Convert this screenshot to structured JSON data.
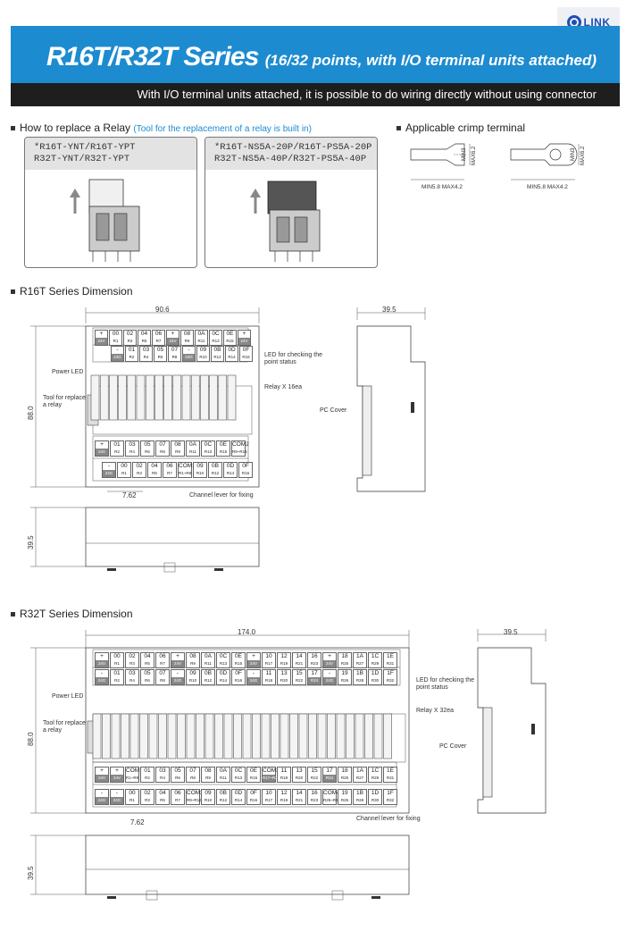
{
  "brand": {
    "logo_text": "LINK"
  },
  "header": {
    "title": "R16T/R32T Series",
    "title_sub": "(16/32 points, with I/O terminal units attached)",
    "subtitle": "With I/O terminal units attached, it is possible to do wiring directly without using connector"
  },
  "relay_section": {
    "title": "How to replace a Relay",
    "note": "(Tool for the replacement of a relay is built in)",
    "boxes": [
      {
        "line1": "*R16T-YNT/R16T-YPT",
        "line2": "R32T-YNT/R32T-YPT"
      },
      {
        "line1": "*R16T-NS5A-20P/R16T-PS5A-20P",
        "line2": "R32T-NS5A-40P/R32T-PS5A-40P"
      }
    ]
  },
  "crimp_section": {
    "title": "Applicable crimp terminal",
    "left": {
      "width": "MIN5.8 MAX4.2",
      "height": "MIN3",
      "height2": "MAX6.2"
    },
    "right": {
      "width": "MIN5.8 MAX4.2",
      "height": "MIN3",
      "height2": "MAX6.2"
    }
  },
  "r16t": {
    "title": "R16T Series Dimension",
    "width": "90.6",
    "side_width": "39.5",
    "height": "88.0",
    "bottom_height": "39.5",
    "pitch": "7.62",
    "labels": {
      "power_led": "Power LED",
      "tool": "Tool for replace a relay",
      "led_check": "LED for checking the point status",
      "relay": "Relay X 16ea",
      "pc_cover": "PC Cover",
      "lever": "Channel lever for fixing"
    },
    "top_row1": [
      "+",
      "00",
      "02",
      "04",
      "06",
      "+",
      "08",
      "0A",
      "0C",
      "0E",
      "+"
    ],
    "top_row1_sub": [
      "24V",
      "R1",
      "R3",
      "R5",
      "R7",
      "24V",
      "R9",
      "R11",
      "R13",
      "R15",
      "24V"
    ],
    "top_row2": [
      "-",
      "01",
      "03",
      "05",
      "07",
      "-",
      "09",
      "0B",
      "0D",
      "0F"
    ],
    "top_row2_sub": [
      "24G",
      "R2",
      "R4",
      "R6",
      "R8",
      "24G",
      "R10",
      "R12",
      "R14",
      "R16"
    ],
    "bot_row1": [
      "+",
      "01",
      "03",
      "05",
      "07",
      "08",
      "0A",
      "0C",
      "0E",
      "COM2"
    ],
    "bot_row1_sub": [
      "24V",
      "R2",
      "R4",
      "R6",
      "R8",
      "R9",
      "R11",
      "R13",
      "R15",
      "R9~R16"
    ],
    "bot_row2": [
      "-",
      "00",
      "02",
      "04",
      "06",
      "COM1",
      "09",
      "0B",
      "0D",
      "0F"
    ],
    "bot_row2_sub": [
      "24G",
      "R1",
      "R3",
      "R5",
      "R7",
      "R1~R8",
      "R10",
      "R12",
      "R14",
      "R16"
    ]
  },
  "r32t": {
    "title": "R32T Series Dimension",
    "width": "174.0",
    "side_width": "39.5",
    "height": "88.0",
    "bottom_height": "39.5",
    "pitch": "7.62",
    "labels": {
      "power_led": "Power LED",
      "tool": "Tool for replace a relay",
      "led_check": "LED for checking the point status",
      "relay": "Relay X 32ea",
      "pc_cover": "PC Cover",
      "lever": "Channel lever for fixing"
    },
    "top_row1": [
      "+",
      "00",
      "02",
      "04",
      "06",
      "+",
      "08",
      "0A",
      "0C",
      "0E",
      "+",
      "10",
      "12",
      "14",
      "16",
      "+",
      "18",
      "1A",
      "1C",
      "1E"
    ],
    "top_row1_sub": [
      "24V",
      "R1",
      "R3",
      "R5",
      "R7",
      "24V",
      "R9",
      "R11",
      "R13",
      "R15",
      "24V",
      "R17",
      "R19",
      "R21",
      "R23",
      "24V",
      "R25",
      "R27",
      "R29",
      "R31"
    ],
    "top_row2": [
      "-",
      "01",
      "03",
      "05",
      "07",
      "-",
      "09",
      "0B",
      "0D",
      "0F",
      "-",
      "11",
      "13",
      "15",
      "17",
      "-",
      "19",
      "1B",
      "1D",
      "1F"
    ],
    "top_row2_sub": [
      "24G",
      "R2",
      "R4",
      "R6",
      "R8",
      "24G",
      "R10",
      "R12",
      "R14",
      "R16",
      "24G",
      "R18",
      "R20",
      "R22",
      "R24",
      "24G",
      "R26",
      "R28",
      "R30",
      "R32"
    ],
    "bot_row1": [
      "+",
      "+",
      "COM1",
      "01",
      "03",
      "05",
      "07",
      "08",
      "0A",
      "0C",
      "0E",
      "COM3",
      "11",
      "13",
      "15",
      "17",
      "18",
      "1A",
      "1C",
      "1E"
    ],
    "bot_row1_sub": [
      "24V",
      "24V",
      "R1~R8",
      "R2",
      "R4",
      "R6",
      "R8",
      "R9",
      "R11",
      "R13",
      "R15",
      "R17~R24",
      "R18",
      "R20",
      "R22",
      "R24",
      "R25",
      "R27",
      "R29",
      "R31"
    ],
    "bot_row2": [
      "-",
      "-",
      "00",
      "02",
      "04",
      "06",
      "COM2",
      "09",
      "0B",
      "0D",
      "0F",
      "10",
      "12",
      "14",
      "16",
      "COM4",
      "19",
      "1B",
      "1D",
      "1F"
    ],
    "bot_row2_sub": [
      "24G",
      "24G",
      "R1",
      "R3",
      "R5",
      "R7",
      "R9~R16",
      "R10",
      "R12",
      "R14",
      "R16",
      "R17",
      "R19",
      "R21",
      "R23",
      "R25~R32",
      "R26",
      "R28",
      "R30",
      "R32"
    ]
  }
}
